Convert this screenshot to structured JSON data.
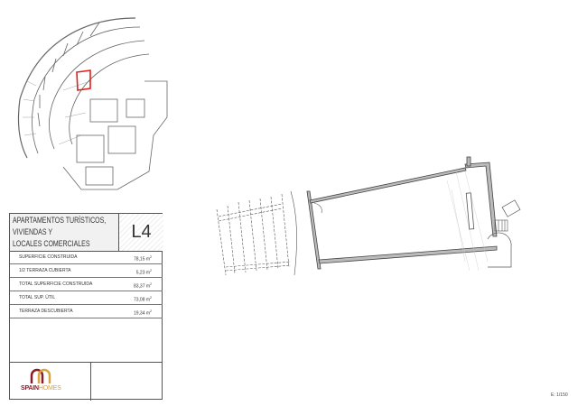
{
  "info_table": {
    "title_lines": [
      "APARTAMENTOS TURÍSTICOS,",
      "VIVIENDAS Y",
      "LOCALES COMERCIALES"
    ],
    "unit_code": "L4",
    "rows": [
      {
        "label": "SUPERFICIE CONSTRUIDA",
        "value": "78,15 m",
        "unit_sup": "2"
      },
      {
        "label": "1/2 TERRAZA CUBIERTA",
        "value": "5,23 m",
        "unit_sup": "2"
      },
      {
        "label": "TOTAL SUPERFICIE CONSTRUIDA",
        "value": "83,37 m",
        "unit_sup": "2"
      },
      {
        "label": "TOTAL SUP. ÚTIL",
        "value": "73,08 m",
        "unit_sup": "2"
      },
      {
        "label": "TERRAZA DESCUBIERTA",
        "value": "19,34 m",
        "unit_sup": "2"
      }
    ]
  },
  "logo": {
    "text_part1": "SPAIN",
    "text_part2": "HOMES",
    "colors": {
      "dark": "#8a1d2c",
      "gold": "#d9a441"
    }
  },
  "highlight_color": "#e0201b",
  "scale_label": "E: 1/150"
}
